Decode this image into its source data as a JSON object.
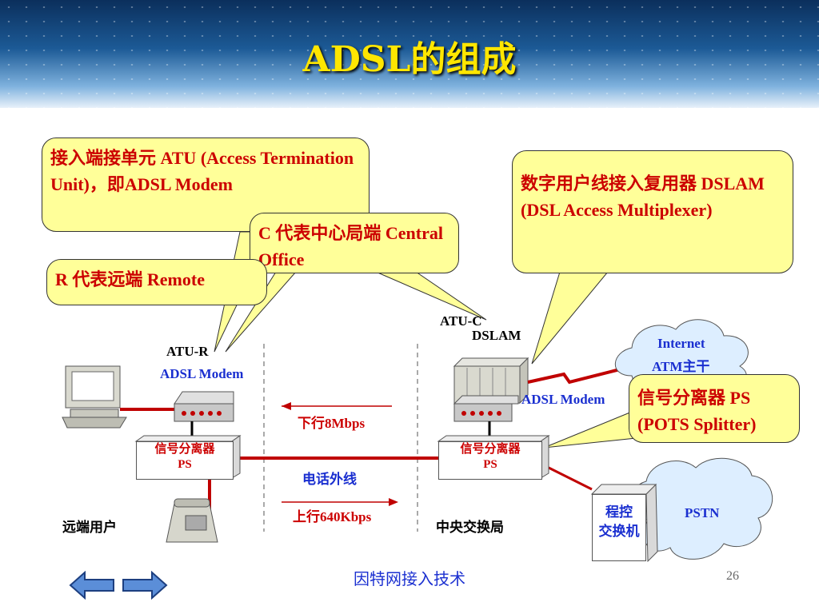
{
  "title": "ADSL的组成",
  "callouts": {
    "atu": "接入端接单元 ATU (Access Termination Unit)，即ADSL Modem",
    "central": "C 代表中心局端 Central Office",
    "remote": "R 代表远端 Remote",
    "dslam": "数字用户线接入复用器 DSLAM (DSL Access Multiplexer)",
    "splitter": "信号分离器 PS (POTS Splitter)"
  },
  "labels": {
    "atu_r": "ATU-R",
    "adsl_modem_left": "ADSL Modem",
    "atu_c": "ATU-C",
    "dslam": "DSLAM",
    "adsl_modem_right": "ADSL Modem",
    "downstream": "下行8Mbps",
    "phone_line": "电话外线",
    "upstream": "上行640Kbps",
    "remote_user": "远端用户",
    "central_office": "中央交换局"
  },
  "boxes": {
    "ps_left": [
      "信号分离器",
      "PS"
    ],
    "ps_right": [
      "信号分离器",
      "PS"
    ],
    "switch": [
      "程控",
      "交换机"
    ]
  },
  "clouds": {
    "internet": [
      "Internet",
      "ATM主干"
    ],
    "pstn": "PSTN"
  },
  "footer": "因特网接入技术",
  "page_number": "26",
  "nav": {
    "prev": "previous",
    "next": "next"
  },
  "colors": {
    "title": "#ffe600",
    "callout_bg": "#ffff99",
    "red": "#cc0000",
    "blue": "#1a2fd0"
  }
}
